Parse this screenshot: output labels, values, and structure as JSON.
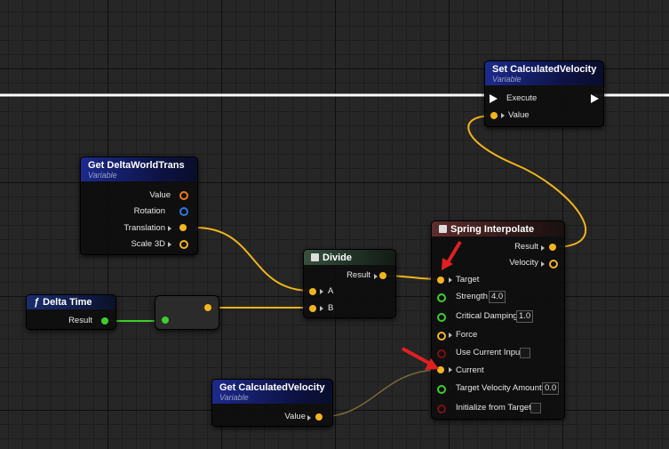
{
  "nodes": {
    "set_velocity": {
      "title": "Set CalculatedVelocity",
      "subtitle": "Variable",
      "exec_label": "Execute",
      "value_label": "Value"
    },
    "get_delta_world": {
      "title": "Get DeltaWorldTrans",
      "subtitle": "Variable",
      "pins": [
        "Value",
        "Rotation",
        "Translation",
        "Scale 3D"
      ]
    },
    "delta_time": {
      "title": "Delta Time",
      "result_label": "Result"
    },
    "divide": {
      "title": "Divide",
      "result_label": "Result",
      "a_label": "A",
      "b_label": "B"
    },
    "spring": {
      "title": "Spring Interpolate",
      "result_label": "Result",
      "velocity_label": "Velocity",
      "target_label": "Target",
      "strength_label": "Strength",
      "strength_value": "4.0",
      "damping_label": "Critical Damping",
      "damping_value": "1.0",
      "force_label": "Force",
      "use_current_label": "Use Current Input",
      "current_label": "Current",
      "target_vel_label": "Target Velocity Amount",
      "target_vel_value": "0.0",
      "init_label": "Initialize from Target"
    },
    "get_velocity": {
      "title": "Get CalculatedVelocity",
      "subtitle": "Variable",
      "value_label": "Value"
    }
  },
  "colors": {
    "vector_pin": "#f2b51a",
    "float_pin": "#3ccf2c",
    "rotator_pin": "#2a78e0",
    "bool_pin": "#7a1010",
    "annotation": "#e02020"
  }
}
